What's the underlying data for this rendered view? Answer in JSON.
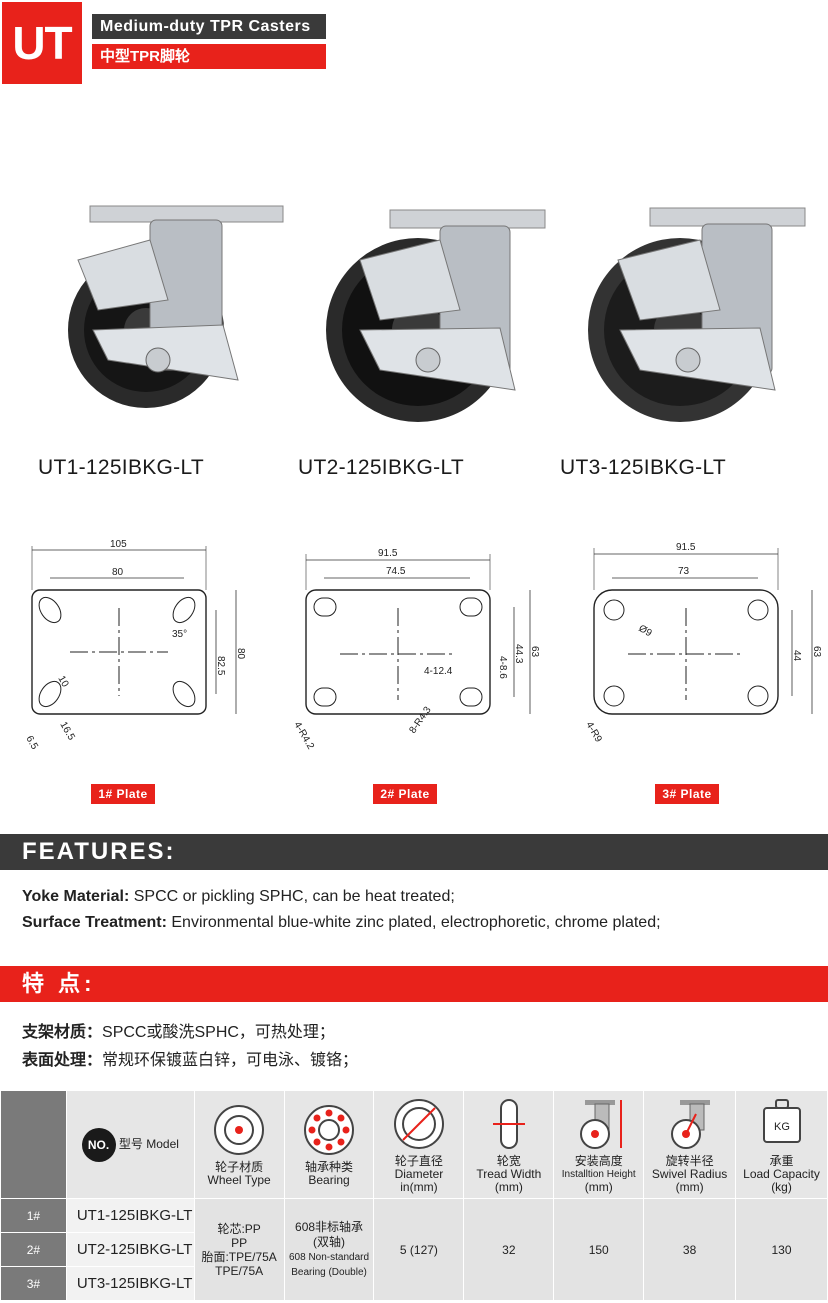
{
  "header": {
    "series_code": "UT",
    "title_en": "Medium-duty TPR Casters",
    "title_cn": "中型TPR脚轮"
  },
  "products": [
    {
      "model": "UT1-125IBKG-LT"
    },
    {
      "model": "UT2-125IBKG-LT"
    },
    {
      "model": "UT3-125IBKG-LT"
    }
  ],
  "plates": [
    {
      "badge": "1# Plate",
      "dims": {
        "overall_w": "105",
        "hole_w": "80",
        "angle": "35°",
        "hole_h": "82.5",
        "overall_h": "80",
        "slot_a": "10",
        "slot_b": "16.5",
        "slot_c": "6.5"
      }
    },
    {
      "badge": "2# Plate",
      "dims": {
        "overall_w": "91.5",
        "hole_w": "74.5",
        "hole_h": "44.3",
        "overall_h": "63",
        "slot": "4-12.4",
        "slot2": "4-8.6",
        "r1": "4-R4.2",
        "r2": "8-R4.3"
      }
    },
    {
      "badge": "3# Plate",
      "dims": {
        "overall_w": "91.5",
        "hole_w": "73",
        "hole_dia": "Ø9",
        "hole_h": "44",
        "overall_h": "63",
        "r1": "4-R9"
      }
    }
  ],
  "features": {
    "heading": "FEATURES:",
    "lines": [
      {
        "label": "Yoke Material:",
        "text": " SPCC or pickling SPHC, can be heat treated;"
      },
      {
        "label": "Surface Treatment:",
        "text": " Environmental blue-white zinc plated, electrophoretic, chrome plated;"
      }
    ],
    "heading_cn": "特  点:",
    "lines_cn": [
      {
        "label": "支架材质：",
        "text": "SPCC或酸洗SPHC，可热处理；"
      },
      {
        "label": "表面处理：",
        "text": "常规环保镀蓝白锌，可电泳、镀铬；"
      }
    ]
  },
  "table": {
    "no_label": "NO.",
    "model_header": "型号 Model",
    "columns": [
      {
        "cn": "轮子材质",
        "en": "Wheel Type"
      },
      {
        "cn": "轴承种类",
        "en": "Bearing"
      },
      {
        "cn": "轮子直径",
        "en": "Diameter",
        "unit": "in(mm)"
      },
      {
        "cn": "轮宽",
        "en": "Tread Width",
        "unit": "(mm)"
      },
      {
        "cn": "安装高度",
        "en": "Installtion Height",
        "unit": "(mm)"
      },
      {
        "cn": "旋转半径",
        "en": "Swivel Radius",
        "unit": "(mm)"
      },
      {
        "cn": "承重",
        "en": "Load Capacity",
        "unit": "(kg)"
      }
    ],
    "kg_icon": "KG",
    "rows": [
      {
        "no": "1#",
        "model": "UT1-125IBKG-LT"
      },
      {
        "no": "2#",
        "model": "UT2-125IBKG-LT"
      },
      {
        "no": "3#",
        "model": "UT3-125IBKG-LT"
      }
    ],
    "wheel_type": [
      "轮芯:PP",
      "PP",
      "胎面:TPE/75A",
      "TPE/75A"
    ],
    "bearing": [
      "608非标轴承",
      "(双轴)",
      "608 Non-standard",
      "Bearing (Double)"
    ],
    "diameter": "5 (127)",
    "tread_width": "32",
    "install_height": "150",
    "swivel_radius": "38",
    "load_capacity": "130"
  }
}
